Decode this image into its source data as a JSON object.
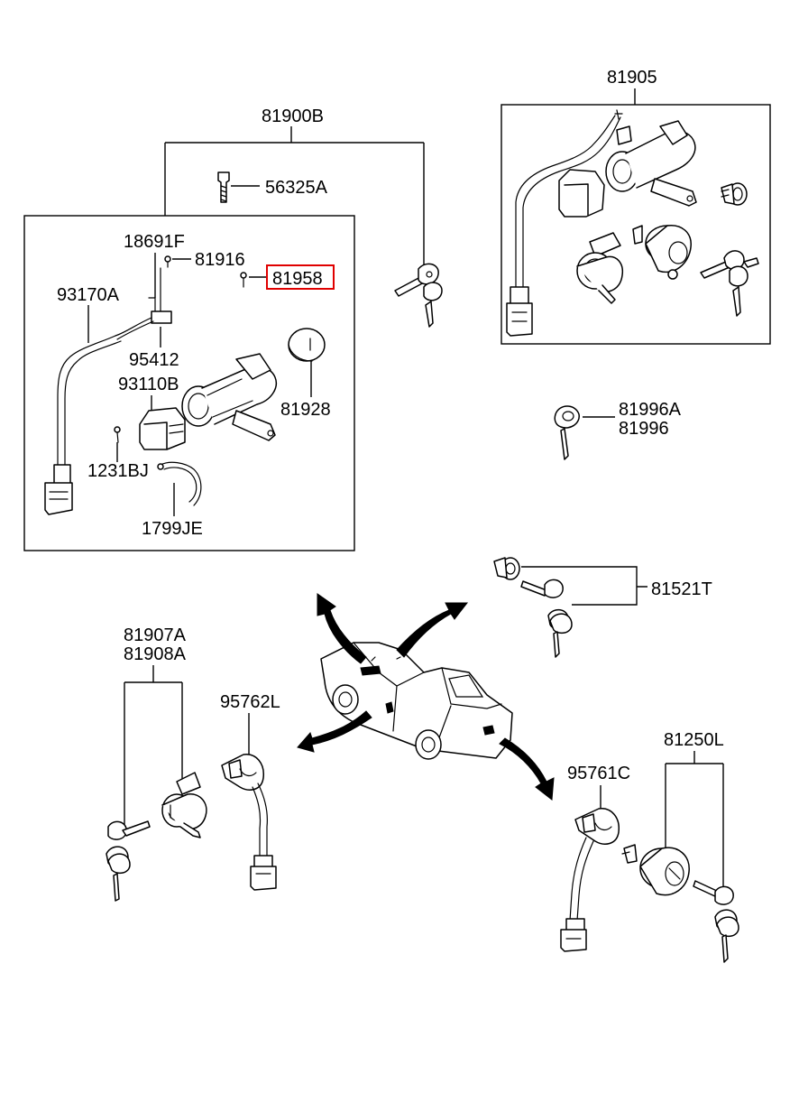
{
  "labels": {
    "p81900B": "81900B",
    "p56325A": "56325A",
    "p18691F": "18691F",
    "p81916": "81916",
    "p81958": "81958",
    "p93170A": "93170A",
    "p95412": "95412",
    "p93110B": "93110B",
    "p81928": "81928",
    "p1231BJ": "1231BJ",
    "p1799JE": "1799JE",
    "p81905": "81905",
    "p81996A": "81996A",
    "p81996": "81996",
    "p81521T": "81521T",
    "p81907A": "81907A",
    "p81908A": "81908A",
    "p95762L": "95762L",
    "p95761C": "95761C",
    "p81250L": "81250L"
  },
  "highlight": {
    "part": "81958",
    "color": "#e00000"
  },
  "icons": [
    "ignition-lock-assembly",
    "key",
    "wire-harness",
    "door-lock-cylinder",
    "trunk-lock",
    "car-body",
    "direction-arrow",
    "screw"
  ]
}
